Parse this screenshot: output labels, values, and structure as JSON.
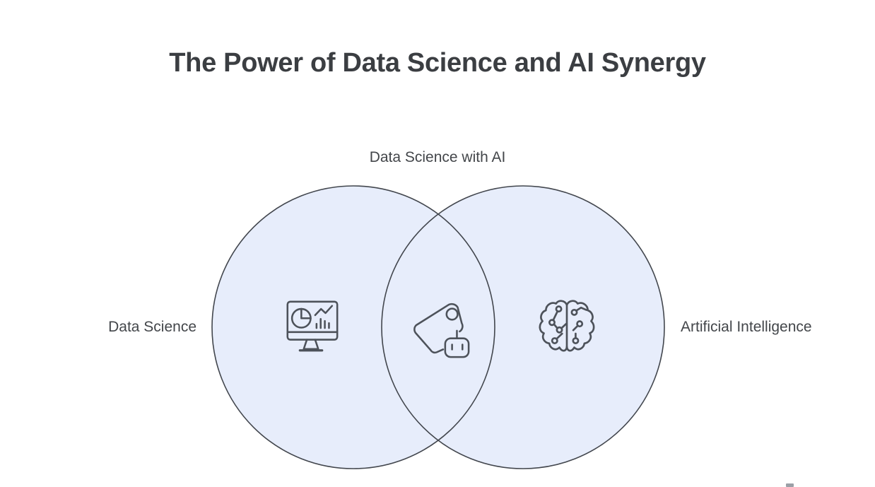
{
  "title": "The Power of Data Science and AI Synergy",
  "diagram": {
    "type": "venn",
    "overlap_label": "Data Science with AI",
    "overlap_icon": "price-tag-bot-icon",
    "sets": [
      {
        "label": "Data Science",
        "icon": "monitor-chart-icon",
        "side": "left"
      },
      {
        "label": "Artificial Intelligence",
        "icon": "brain-circuit-icon",
        "side": "right"
      }
    ]
  },
  "colors": {
    "background": "#ffffff",
    "circle_fill": "#e7edfb",
    "circle_stroke": "#42464d",
    "icon_stroke": "#4d525a",
    "title_color": "#3b3e42",
    "label_color": "#43464a",
    "watermark_color": "#8a8f98"
  }
}
